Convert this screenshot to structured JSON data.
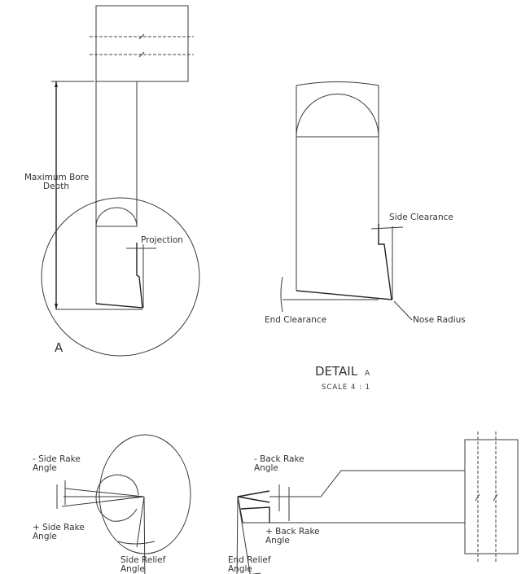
{
  "labels": {
    "max_bore_depth": [
      "Maximum Bore",
      "Depth"
    ],
    "projection": "Projection",
    "detail_marker": "A",
    "side_clearance": "Side Clearance",
    "end_clearance": "End Clearance",
    "nose_radius": "Nose Radius",
    "detail_title": "DETAIL",
    "detail_letter": "A",
    "scale": "SCALE 4 : 1",
    "neg_side_rake": [
      "- Side Rake",
      "Angle"
    ],
    "pos_side_rake": [
      "+ Side Rake",
      "Angle"
    ],
    "side_relief": [
      "Side Relief",
      "Angle"
    ],
    "neg_back_rake": [
      "- Back Rake",
      "Angle"
    ],
    "pos_back_rake": [
      "+ Back Rake",
      "Angle"
    ],
    "end_relief": [
      "End Relief",
      "Angle"
    ]
  }
}
